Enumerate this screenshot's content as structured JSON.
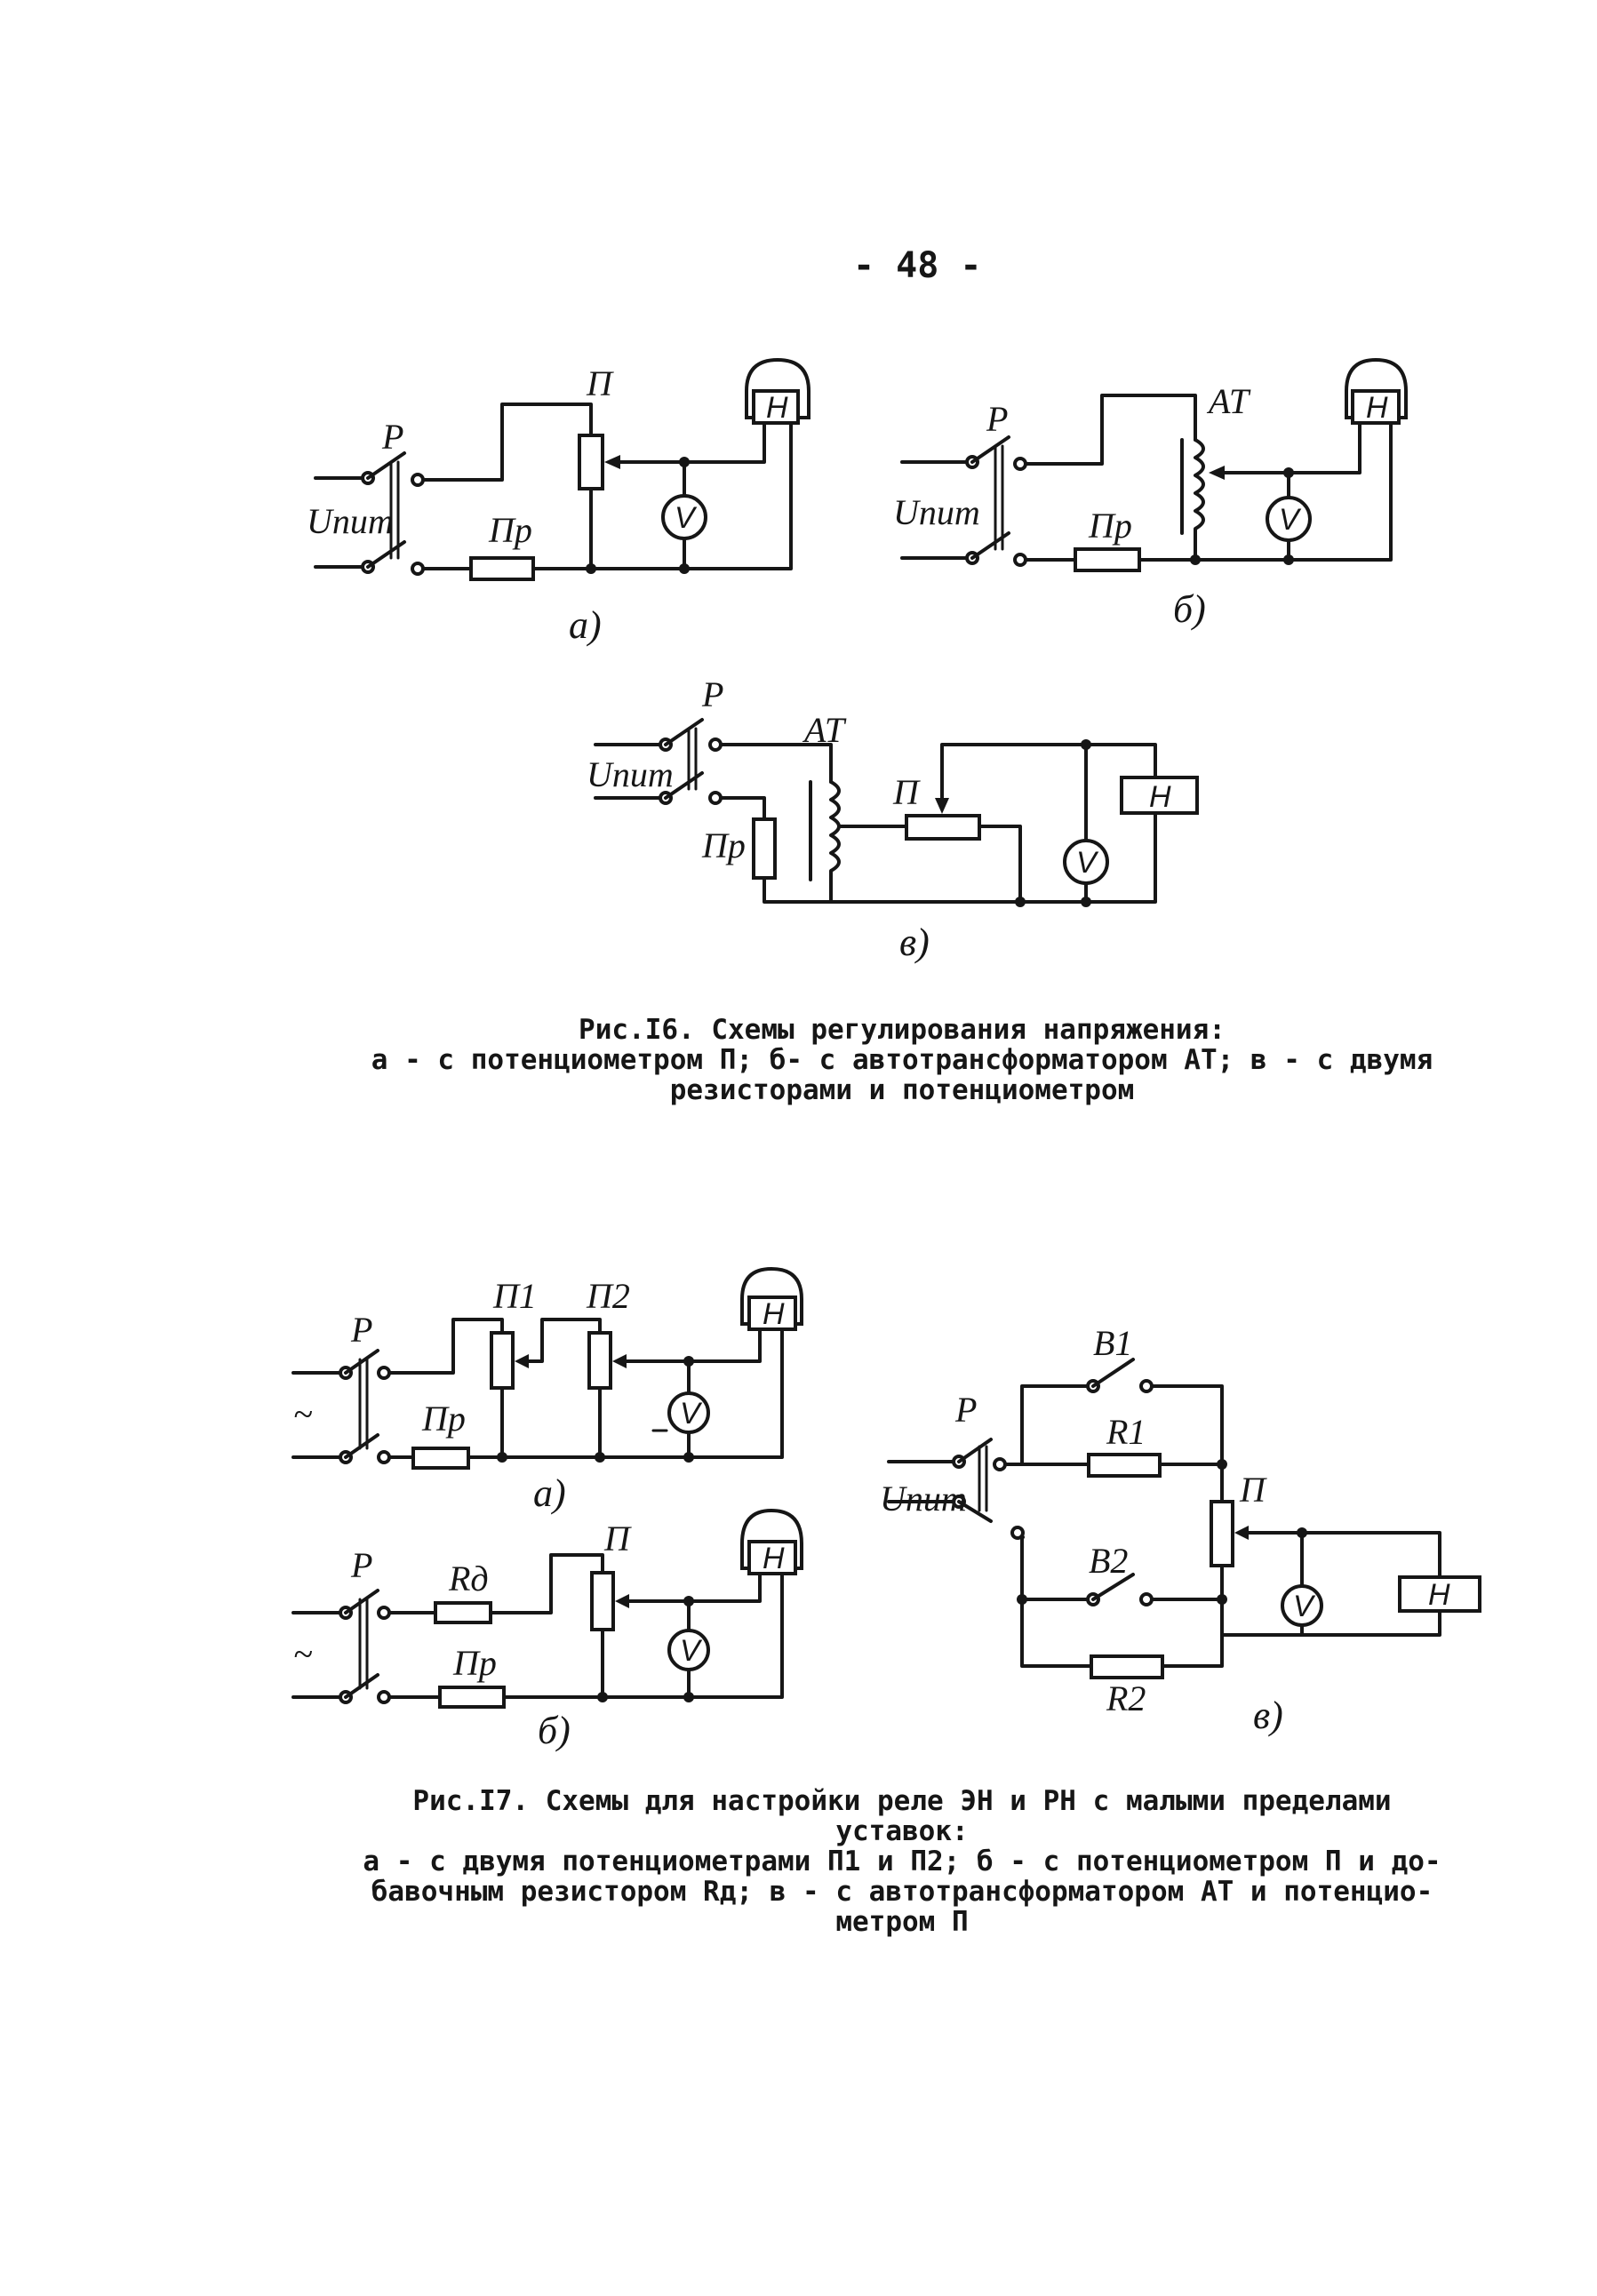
{
  "page_number": "- 48 -",
  "fig16": {
    "caption_line1": "Рис.I6. Схемы регулирования напряжения:",
    "caption_line2": "а - с потенциометром П; б- с автотрансформатором АТ; в - с двумя",
    "caption_line3": "резисторами и потенциометром",
    "panel_a": {
      "sub": "а)",
      "P": "Р",
      "U": "Uпит",
      "Pr": "Пр",
      "Pot": "П",
      "V": "V",
      "H": "Н"
    },
    "panel_b": {
      "sub": "б)",
      "P": "Р",
      "U": "Uпит",
      "Pr": "Пр",
      "AT": "АТ",
      "V": "V",
      "H": "Н"
    },
    "panel_v": {
      "sub": "в)",
      "P": "Р",
      "U": "Uпит",
      "Pr": "Пр",
      "AT": "АТ",
      "Pot": "П",
      "V": "V",
      "H": "Н"
    }
  },
  "fig17": {
    "caption_line1": "Рис.I7. Схемы для настройки реле ЭН и РН с малыми пределами",
    "caption_line2": "уставок:",
    "caption_line3": "а - с двумя потенциометрами П1 и П2; б - с потенциометром П и до-",
    "caption_line4": "бавочным резистором Rд; в - с автотрансформатором АТ и потенцио-",
    "caption_line5": "метром П",
    "panel_a": {
      "sub": "а)",
      "P": "Р",
      "AC": "~",
      "Pr": "Пр",
      "Pot1": "П1",
      "Pot2": "П2",
      "V": "V",
      "H": "Н"
    },
    "panel_b": {
      "sub": "б)",
      "P": "Р",
      "AC": "~",
      "Rd": "Rд",
      "Pr": "Пр",
      "Pot": "П",
      "V": "V",
      "H": "Н"
    },
    "panel_v": {
      "sub": "в)",
      "P": "Р",
      "U": "Uпит",
      "B1": "В1",
      "B2": "В2",
      "R1": "R1",
      "R2": "R2",
      "Pot": "П",
      "V": "V",
      "H": "Н"
    }
  }
}
